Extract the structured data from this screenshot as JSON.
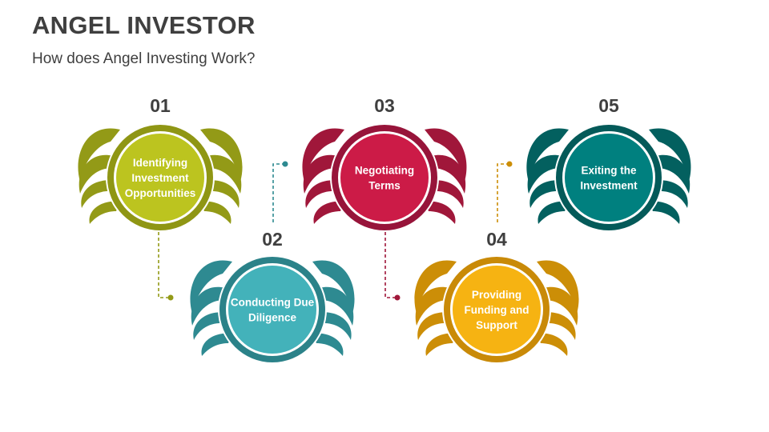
{
  "header": {
    "title": "ANGEL INVESTOR",
    "subtitle": "How does Angel Investing Work?"
  },
  "steps": [
    {
      "number": "01",
      "lines": [
        "Identifying",
        "Investment",
        "Opportunities"
      ],
      "color": "#bcc41f",
      "wing": "#939a17",
      "ring": "#8f9614"
    },
    {
      "number": "02",
      "lines": [
        "Conducting Due",
        "Diligence"
      ],
      "color": "#43b2ba",
      "wing": "#2e8a91",
      "ring": "#2b8289"
    },
    {
      "number": "03",
      "lines": [
        "Negotiating",
        "Terms"
      ],
      "color": "#cc1b47",
      "wing": "#a0173a",
      "ring": "#97143a"
    },
    {
      "number": "04",
      "lines": [
        "Providing",
        "Funding and",
        "Support"
      ],
      "color": "#f6b312",
      "wing": "#cc8e07",
      "ring": "#c98a08"
    },
    {
      "number": "05",
      "lines": [
        "Exiting the",
        "Investment"
      ],
      "color": "#00807f",
      "wing": "#03605f",
      "ring": "#045a59"
    }
  ]
}
